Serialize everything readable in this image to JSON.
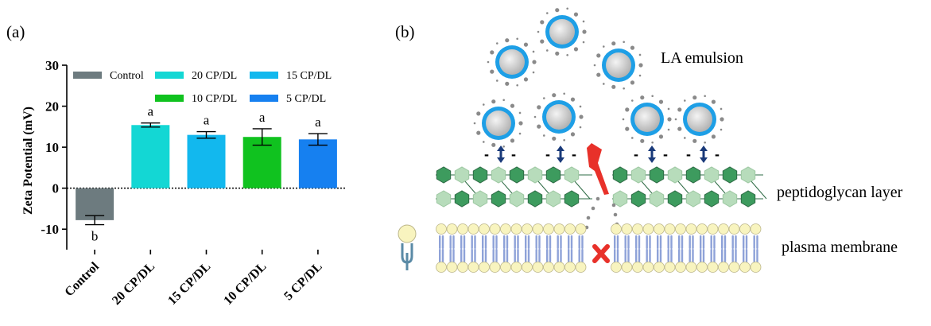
{
  "panel_a_label": "(a)",
  "panel_b_label": "(b)",
  "chart_data": {
    "type": "bar",
    "ylabel": "Zeta Potential (mV)",
    "xlabel": "",
    "ylim": [
      -15,
      30
    ],
    "yticks": [
      -10,
      0,
      10,
      20,
      30
    ],
    "categories": [
      "Control",
      "20 CP/DL",
      "15 CP/DL",
      "10 CP/DL",
      "5 CP/DL"
    ],
    "values": [
      -7.8,
      15.4,
      13.0,
      12.5,
      11.9
    ],
    "errors": [
      1.1,
      0.5,
      0.8,
      2.0,
      1.4
    ],
    "letters": [
      "b",
      "a",
      "a",
      "a",
      "a"
    ],
    "colors": [
      "#6d7b7f",
      "#13d7d4",
      "#12b8ee",
      "#10c21f",
      "#1680f0"
    ],
    "legend": [
      "Control",
      "20 CP/DL",
      "15 CP/DL",
      "10 CP/DL",
      "5 CP/DL"
    ],
    "legend_position": "top",
    "grid": false,
    "zero_line": "dotted"
  },
  "diagram": {
    "la_emulsion_label": "LA emulsion",
    "peptidoglycan_label": "peptidoglycan layer",
    "plasma_membrane_label": "plasma membrane",
    "charge_sign": "-",
    "colors": {
      "droplet_ring": "#1e9fe6",
      "droplet_core": "#c8c8c8",
      "hexagon_dark": "#3d9b5e",
      "hexagon_light": "#b7dcbb",
      "lipid_head": "#f8f4bf",
      "lipid_tail": "#8ea2d8",
      "lightning": "#e8312a",
      "arrow": "#1a3a7a"
    }
  }
}
